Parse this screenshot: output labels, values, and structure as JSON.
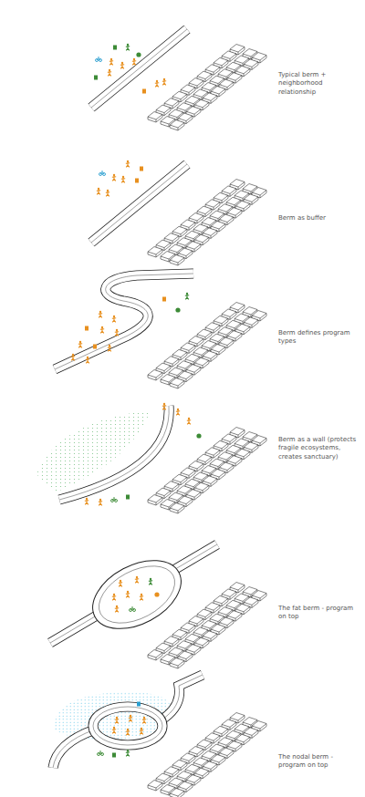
{
  "diagram": {
    "labels": [
      "Typical berm + neighborhood relationship",
      "Berm as buffer",
      "Berm defines program types",
      "Berm as a wall (protects fragile ecosystems, creates sanctuary)",
      "The fat berm - program on top",
      "The nodal berm - program on top"
    ]
  }
}
